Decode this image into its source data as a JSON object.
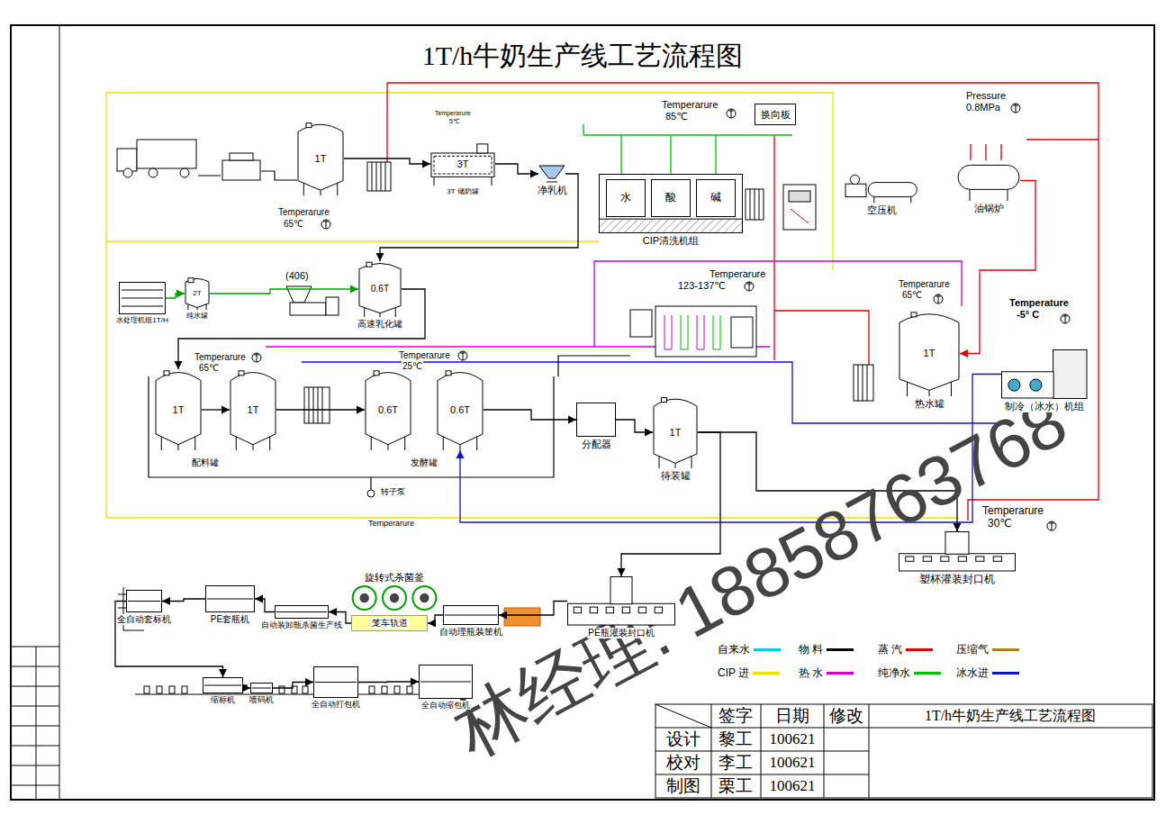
{
  "diagram": {
    "title": "1T/h牛奶生产线工艺流程图",
    "nodes": [
      {
        "text": [
          "1T"
        ]
      },
      {
        "text": [
          "3T",
          "3T 储奶罐"
        ]
      },
      {
        "text": [
          "净乳机"
        ]
      },
      {
        "text": [
          "CIP清洗机组"
        ]
      },
      {
        "text": [
          "水"
        ],
        "in": 3
      },
      {
        "text": [
          "酸"
        ],
        "in": 3
      },
      {
        "text": [
          "碱"
        ],
        "in": 3
      },
      {
        "text": [
          "换向板"
        ]
      },
      {
        "text": [
          "空压机"
        ]
      },
      {
        "text": [
          "油锅炉"
        ]
      },
      {
        "text": [
          "水处理机组1T/H"
        ]
      },
      {
        "text": [
          "2T",
          "纯水罐"
        ]
      },
      {
        "text": [
          "0.6T",
          "高速乳化罐"
        ]
      },
      {
        "text": [
          "1T"
        ]
      },
      {
        "text": [
          "1T"
        ]
      },
      {
        "text": [
          "0.6T"
        ]
      },
      {
        "text": [
          "0.6T"
        ]
      },
      {
        "text": [
          "分配器"
        ]
      },
      {
        "text": [
          "1T",
          "待装罐"
        ]
      },
      {
        "text": [
          "1T",
          "热水罐"
        ]
      },
      {
        "text": [
          "制冷（冰水）机组"
        ]
      },
      {
        "text": [
          "塑杯灌装封口机"
        ]
      },
      {
        "text": [
          "全自动套标机"
        ]
      },
      {
        "text": [
          "PE套瓶机"
        ]
      },
      {
        "text": [
          "自动装卸瓶杀菌生产线"
        ]
      },
      {
        "text": [
          "旋转式杀菌釜"
        ]
      },
      {
        "text": [
          "笼车轨道"
        ]
      },
      {
        "text": [
          "自动理瓶装筐机"
        ]
      },
      {
        "text": [
          "PE瓶灌装封口机"
        ]
      },
      {
        "text": [
          "缩标机"
        ]
      },
      {
        "text": [
          "喷码机"
        ]
      },
      {
        "text": [
          "全自动打包机"
        ]
      },
      {
        "text": [
          "全自动缩包机"
        ]
      }
    ],
    "edges": [
      {
        "from": 0,
        "to": 1,
        "arrow": "to"
      },
      {
        "from": 1,
        "to": 2,
        "arrow": "to"
      },
      {
        "from": 2,
        "to": 12,
        "arrow": "to"
      },
      {
        "from": 12,
        "to": 13,
        "arrow": "to"
      },
      {
        "from": 10,
        "to": 11,
        "arrow": "to"
      },
      {
        "from": 11,
        "to": 12,
        "arrow": "to"
      },
      {
        "from": 14,
        "to": 15,
        "arrow": "to"
      },
      {
        "from": 16,
        "to": 17,
        "arrow": "to"
      },
      {
        "from": 17,
        "to": 18,
        "arrow": "to"
      },
      {
        "from": 18,
        "to": 21,
        "arrow": "to"
      },
      {
        "from": 18,
        "to": 28,
        "arrow": "to"
      },
      {
        "from": 9,
        "to": 19,
        "arrow": "to"
      },
      {
        "from": 20,
        "to": 16,
        "arrow": "to"
      },
      {
        "from": 28,
        "to": 27,
        "arrow": "to"
      },
      {
        "from": 27,
        "to": 26,
        "arrow": "to"
      },
      {
        "from": 26,
        "to": 24,
        "arrow": "to"
      },
      {
        "from": 24,
        "to": 23,
        "arrow": "to"
      },
      {
        "from": 23,
        "to": 22,
        "arrow": "to"
      },
      {
        "from": 22,
        "to": 29,
        "arrow": "to"
      },
      {
        "from": 29,
        "to": 30,
        "arrow": "to"
      },
      {
        "from": 30,
        "to": 31,
        "arrow": "to"
      },
      {
        "from": 31,
        "to": 32,
        "arrow": "to"
      },
      {
        "from": 13,
        "to": 14,
        "arrow": "to"
      }
    ],
    "labels": [
      "Temperarure",
      "65℃",
      "Temperarure",
      "5℃",
      "Temperarure",
      "85℃",
      "Pressure",
      "0.8MPa",
      "(406)",
      "Temperarure",
      "123-137℃",
      "Temperarure",
      "65℃",
      "Temperature",
      "-5° C",
      "Temperarure",
      "65℃",
      "Temperarure",
      "25℃",
      "配料罐",
      "发酵罐",
      "转子泵",
      "Temperarure",
      "30℃",
      "Temperarure",
      "林经理: 18858763768",
      "签字",
      "日期",
      "修改",
      "1T/h牛奶生产线工艺流程图",
      "设计",
      "黎工",
      "100621",
      "校对",
      "李工",
      "100621",
      "制图",
      "栗工",
      "100621"
    ],
    "legend": [
      {
        "text": "自来水",
        "color": "#00d0e0"
      },
      {
        "text": "物 料",
        "color": "#000000"
      },
      {
        "text": "蒸 汽",
        "color": "#e00000"
      },
      {
        "text": "压缩气",
        "color": "#b08020"
      },
      {
        "text": "CIP 进",
        "color": "#f0e000"
      },
      {
        "text": "热 水",
        "color": "#d000d0"
      },
      {
        "text": "纯净水",
        "color": "#00c000"
      },
      {
        "text": "冰水进",
        "color": "#1010d0"
      }
    ]
  }
}
